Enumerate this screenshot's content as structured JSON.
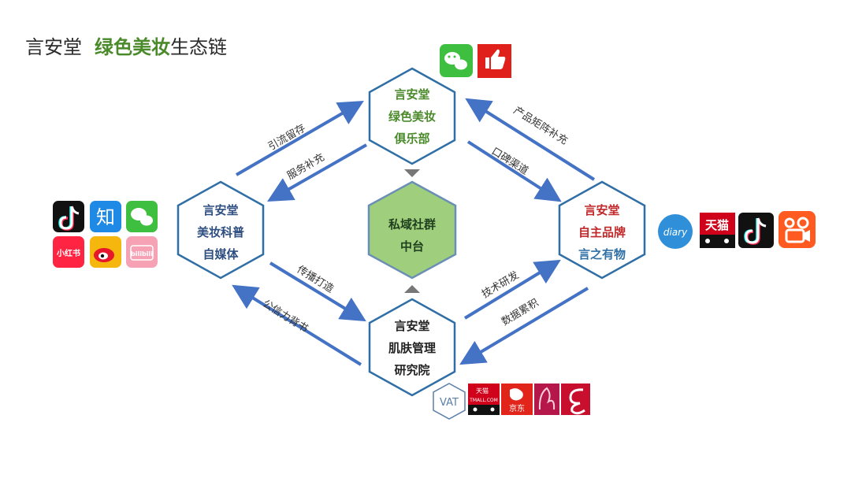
{
  "title": {
    "prefix": "言安堂",
    "highlight": "绿色美妆",
    "suffix": "生态链"
  },
  "nodes": {
    "top": {
      "lines": [
        "言安堂",
        "绿色美妆",
        "俱乐部"
      ],
      "color": "#4a8a2a"
    },
    "left": {
      "lines": [
        "言安堂",
        "美妆科普",
        "自媒体"
      ],
      "color": "#2f4f80"
    },
    "center": {
      "lines": [
        "私域社群",
        "中台"
      ],
      "color": "#1f3f1f"
    },
    "right": {
      "lines": [
        "言安堂",
        "自主品牌",
        "言之有物"
      ],
      "colors": [
        "#c0282a",
        "#c0282a",
        "#2f6fa6"
      ]
    },
    "bottom": {
      "lines": [
        "言安堂",
        "肌肤管理",
        "研究院"
      ],
      "color": "#222222"
    }
  },
  "edges": {
    "e1": "引流留存",
    "e2": "服务补充",
    "e3": "产品矩阵补充",
    "e4": "口碑渠道",
    "e5": "传播打造",
    "e6": "公信力背书",
    "e7": "技术研发",
    "e8": "数据累积"
  },
  "logos": {
    "zhihu": "知",
    "xiaohongshu": "小红书",
    "bilibili": "bilibili",
    "diary": "diary",
    "tmall": "天猫",
    "tmall_small": "天猫",
    "tmall_url": "TMALL.COM",
    "jd": "京东",
    "vat": "VAT"
  },
  "colors": {
    "blue_arrow": "#4472c4",
    "hex_border": "#2f6fa6",
    "center_fill": "#9fcf7c",
    "center_border": "#6a8fb5",
    "tmall_red": "#d0021b"
  }
}
